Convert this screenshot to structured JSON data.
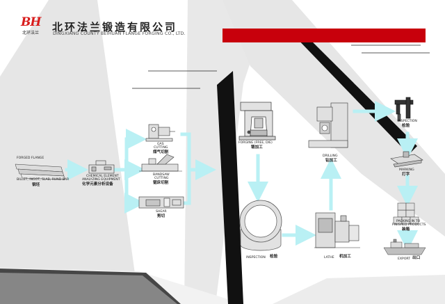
{
  "header": {
    "logo_mark": "BH",
    "logo_sub": "北环法兰",
    "company_cn": "北环法兰锻造有限公司",
    "company_en": "DINGXIANG COUNTY BEIHUAN FLANGE FORGING CO., LTD."
  },
  "colors": {
    "brand_red": "#c8000c",
    "flow_arrow": "#b9f0f4",
    "band_gray": "#e6e6e6",
    "band_black": "#111111"
  },
  "steps": {
    "forged_flange": {
      "en": "FORGED FLANGE"
    },
    "raw_material": {
      "en": "BILLET, INGOT, SLAB, RUND BAR",
      "cn": "钢坯"
    },
    "chemical": {
      "en1": "CHEMICAL ELEMENT",
      "en2": "ANALYZING EQUIPMENT",
      "cn": "化学元素分析设备"
    },
    "gas_cutting": {
      "en1": "GAS",
      "en2": "CUTTING",
      "cn": "煤气切割"
    },
    "bandsaw": {
      "en1": "BANDSAW",
      "en2": "CUTTING",
      "cn": "锯床切割"
    },
    "shear": {
      "en": "SHEAR",
      "cn": "剪切"
    },
    "forging": {
      "en": "FORGING (FREE, DIE)",
      "cn": "锻加工"
    },
    "inspection_mid": {
      "en": "INSPECTION",
      "cn": "检验"
    },
    "lathe": {
      "en": "LATHE",
      "cn": "机加工"
    },
    "drilling": {
      "en": "DRILLING",
      "cn": "钻加工"
    },
    "inspection_top": {
      "en": "INSPECTION",
      "cn": "检验"
    },
    "marking": {
      "en": "MARKING",
      "cn": "打字"
    },
    "packing": {
      "en1": "PACKING IN TO",
      "en2": "FINISHED PRODUCTS",
      "cn": "装箱"
    },
    "export": {
      "en": "EXPORT",
      "cn": "出口"
    }
  }
}
